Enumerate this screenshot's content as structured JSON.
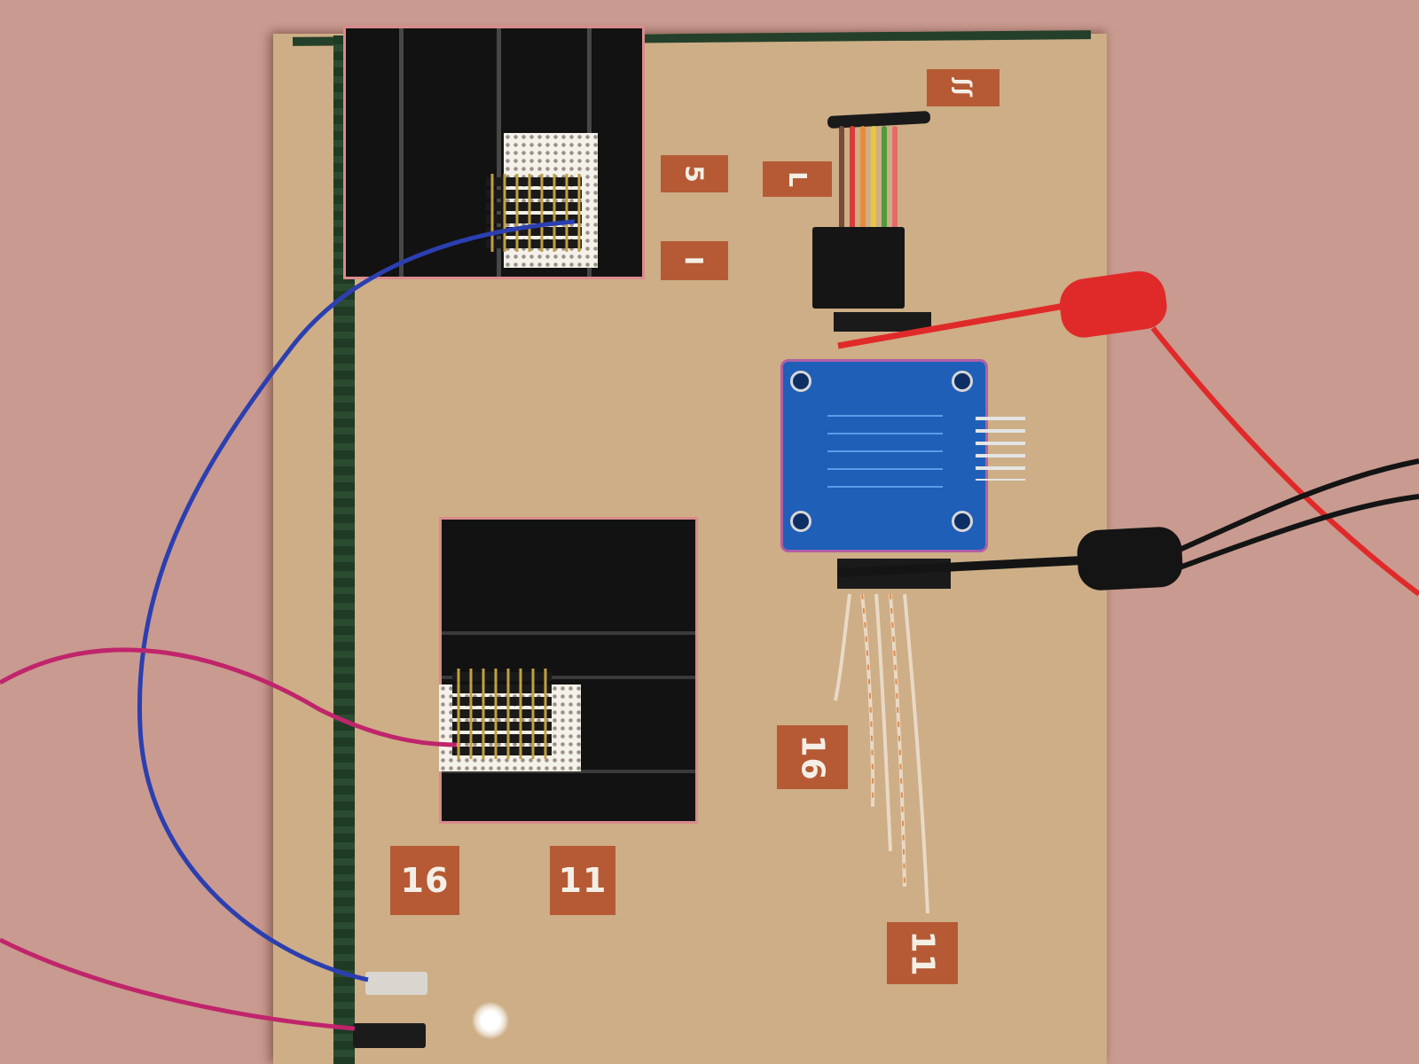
{
  "labels": {
    "top_panel_1": "5",
    "top_panel_2": "I",
    "ribbon_label": "L",
    "top_right": "ʃʃ",
    "left_16": "16",
    "left_11": "11",
    "right_16": "16",
    "right_11": "11"
  },
  "colors": {
    "background": "#c99a8f",
    "cardboard": "#cdae86",
    "label": "#b55a35",
    "stripe": "#1f3a25",
    "module": "#1f5fb8",
    "wire_blue": "#2c3fb0",
    "wire_magenta": "#c0256c",
    "probe_red": "#e02a2a",
    "probe_black": "#141414"
  }
}
